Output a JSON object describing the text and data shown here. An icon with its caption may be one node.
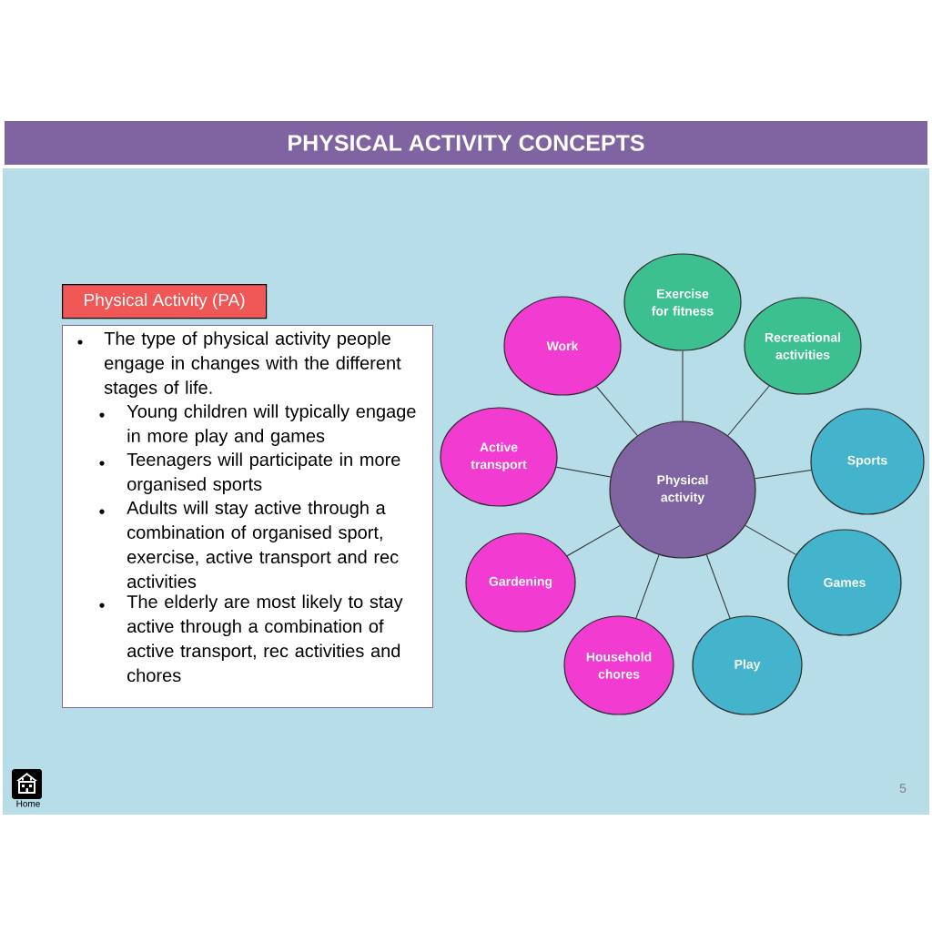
{
  "diagram": {
    "title": "PHYSICAL ACTIVITY CONCEPTS",
    "nodes": [
      {
        "text": [
          "Physical Activity (PA)"
        ]
      },
      {
        "text": [
          "The type of physical activity people engage in changes with the different stages of life.",
          "Young children will typically engage in more play and games",
          "Teenagers will participate in more organised sports",
          "Adults will stay active through a combination of organised sport, exercise, active transport and rec activities",
          "The elderly are most likely to stay active through a combination of active transport, rec activities and chores"
        ]
      },
      {
        "text": [
          "Physical activity"
        ]
      },
      {
        "text": [
          "Exercise for fitness"
        ]
      },
      {
        "text": [
          "Recreational activities"
        ]
      },
      {
        "text": [
          "Sports"
        ]
      },
      {
        "text": [
          "Games"
        ]
      },
      {
        "text": [
          "Play"
        ]
      },
      {
        "text": [
          "Household chores"
        ]
      },
      {
        "text": [
          "Gardening"
        ]
      },
      {
        "text": [
          "Active transport"
        ]
      },
      {
        "text": [
          "Work"
        ]
      }
    ],
    "edges": [
      {
        "from": 2,
        "to": 3,
        "arrow": "none"
      },
      {
        "from": 2,
        "to": 4,
        "arrow": "none"
      },
      {
        "from": 2,
        "to": 5,
        "arrow": "none"
      },
      {
        "from": 2,
        "to": 6,
        "arrow": "none"
      },
      {
        "from": 2,
        "to": 7,
        "arrow": "none"
      },
      {
        "from": 2,
        "to": 8,
        "arrow": "none"
      },
      {
        "from": 2,
        "to": 9,
        "arrow": "none"
      },
      {
        "from": 2,
        "to": 10,
        "arrow": "none"
      },
      {
        "from": 2,
        "to": 11,
        "arrow": "none"
      }
    ],
    "labels": [
      "Home",
      "5"
    ]
  }
}
